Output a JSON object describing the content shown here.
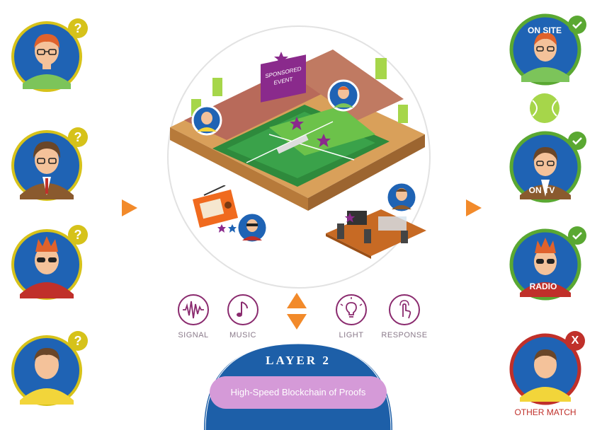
{
  "venue": {
    "sponsor_banner_line1": "SPONSORED",
    "sponsor_banner_line2": "EVENT"
  },
  "icons": {
    "signal": "SIGNAL",
    "music": "MUSIC",
    "light": "LIGHT",
    "response": "RESPONSE"
  },
  "layer": {
    "title": "LAYER 2",
    "subtitle": "High-Speed Blockchain of Proofs"
  },
  "right_users": {
    "on_site": "ON SITE",
    "on_tv": "ON TV",
    "radio": "RADIO",
    "other_match": "OTHER MATCH"
  },
  "left_badges": {
    "q1": "?",
    "q2": "?",
    "q3": "?",
    "q4": "?"
  },
  "right_badges": {
    "x": "X"
  },
  "colors": {
    "ring_yellow": "#d6c21a",
    "ring_green": "#5aa832",
    "ring_red": "#c0302a",
    "avatar_bg": "#1f63b4",
    "arrow_orange": "#f28a2a",
    "purple": "#8a2a8c",
    "layer_blue": "#1d5fa8"
  }
}
